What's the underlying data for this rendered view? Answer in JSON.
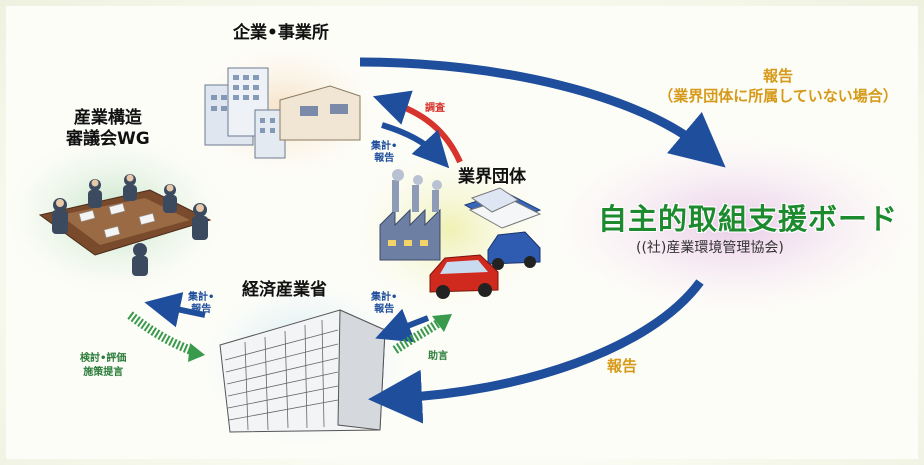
{
  "nodes": {
    "company": "企業•事業所",
    "council": [
      "産業構造",
      "審議会WG"
    ],
    "industry_group": "業界団体",
    "meti": "経済産業省",
    "board": {
      "title": "自主的取組支援ボード",
      "subtitle": "((社)産業環境管理協会)"
    }
  },
  "labels": {
    "report_top": [
      "報告",
      "（業界団体に所属していない場合）"
    ],
    "survey": "調査",
    "aggregate_report_1": [
      "集計•",
      "報告"
    ],
    "aggregate_report_2": [
      "集計•",
      "報告"
    ],
    "aggregate_report_3": [
      "集計•",
      "報告"
    ],
    "review": [
      "検討•評価",
      "施策提言"
    ],
    "advice": "助言",
    "report_bottom": "報告"
  },
  "colors": {
    "arrow_blue": "#1f4e9c",
    "arrow_red": "#d6342c",
    "arrow_green": "#3a9a4c",
    "accent_orange": "#d69a1a",
    "board_green": "#1d8a2e"
  }
}
